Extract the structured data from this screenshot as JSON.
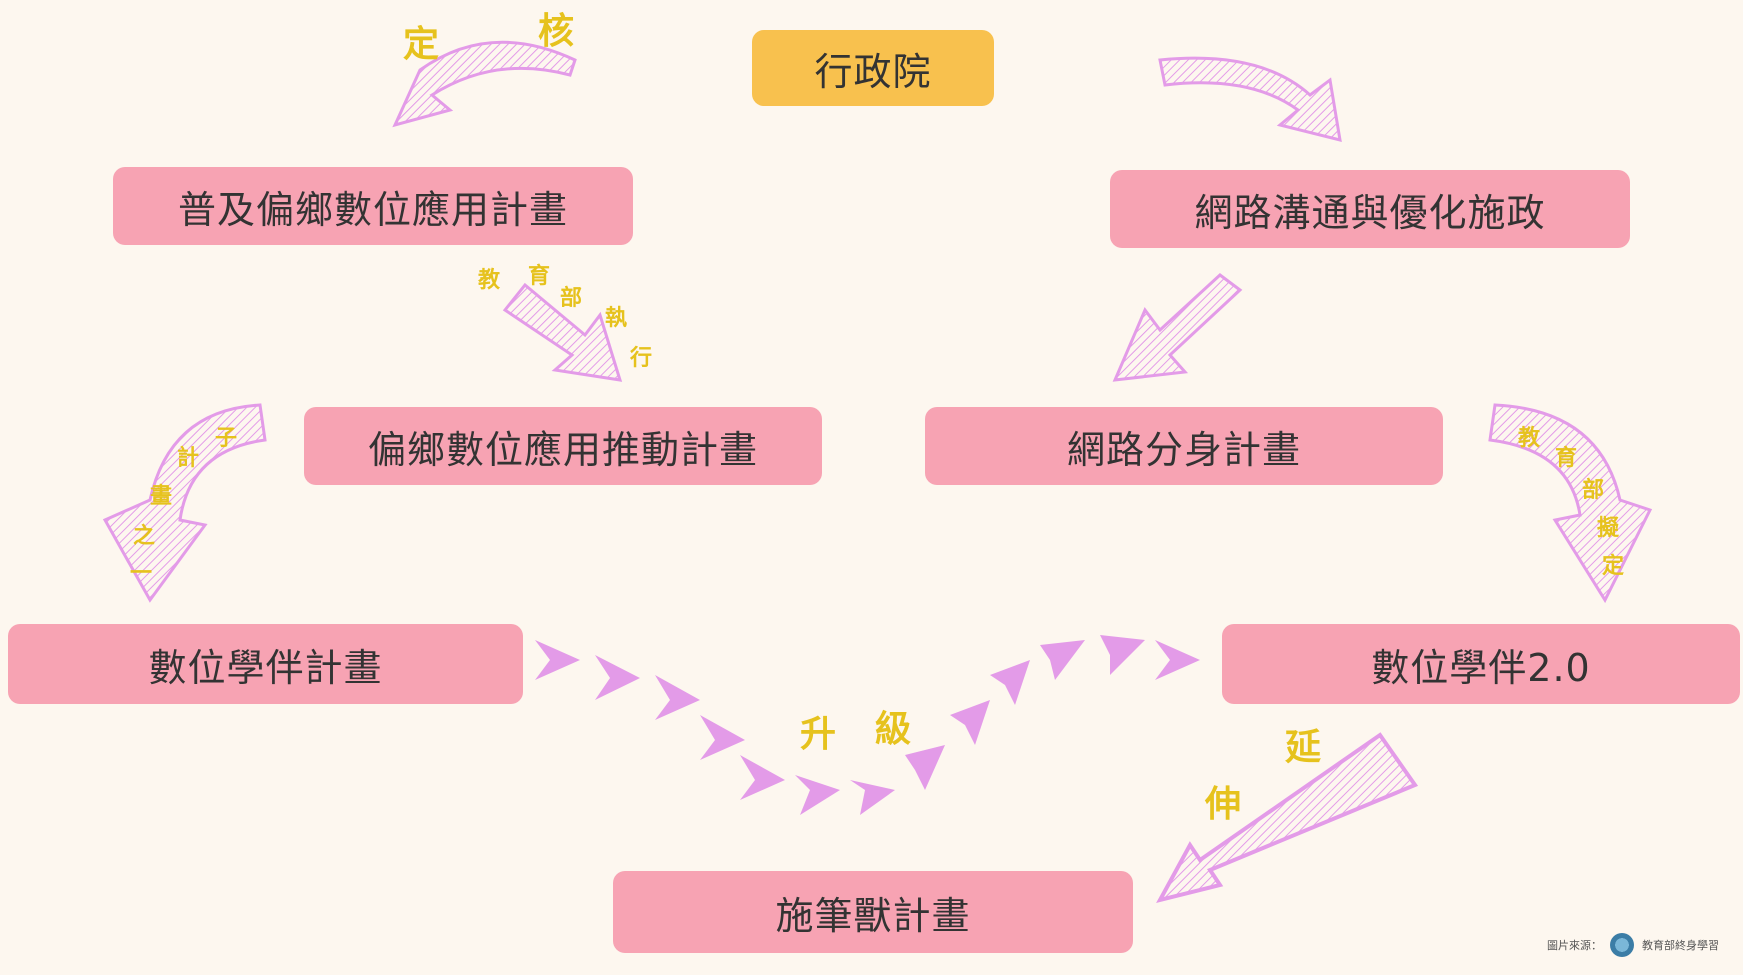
{
  "nodes": {
    "top": "行政院",
    "left1": "普及偏鄉數位應用計畫",
    "right1": "網路溝通與優化施政",
    "left2": "偏鄉數位應用推動計畫",
    "right2": "網路分身計畫",
    "left3": "數位學伴計畫",
    "right3": "數位學伴2.0",
    "bottom": "施筆獸計畫"
  },
  "labels": {
    "ding": "定",
    "he": "核",
    "edu_exec": [
      "教",
      "育",
      "部",
      "執",
      "行"
    ],
    "sub_plan": [
      "子",
      "計",
      "畫",
      "之",
      "一"
    ],
    "edu_plan": [
      "教",
      "育",
      "部",
      "擬",
      "定"
    ],
    "sheng": "升",
    "ji": "級",
    "yan": "延",
    "shen": "伸"
  },
  "credit": {
    "left": "圖片來源：",
    "right": "教育部終身學習"
  },
  "colors": {
    "box": "#f7a3b3",
    "top_box": "#f8c14e",
    "arrow": "#e39be8",
    "label": "#e6c21d"
  }
}
